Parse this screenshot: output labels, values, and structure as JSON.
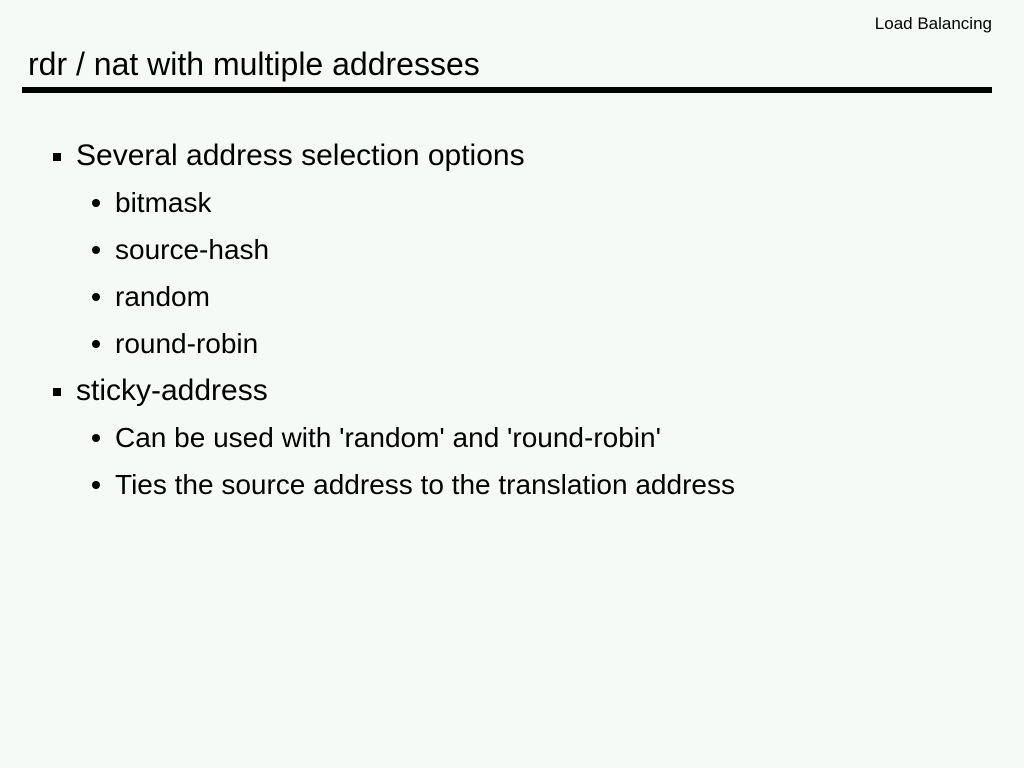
{
  "slide": {
    "header": "Load Balancing",
    "title": "rdr / nat with multiple addresses",
    "colors": {
      "background": "#f5faf7",
      "text": "#000000",
      "rule": "#000000"
    },
    "bullets": {
      "level1_glyph": "square-bullet",
      "level2_glyph": "round-bullet"
    },
    "content": [
      {
        "text": "Several address selection options",
        "children": [
          {
            "text": "bitmask"
          },
          {
            "text": "source-hash"
          },
          {
            "text": "random"
          },
          {
            "text": "round-robin"
          }
        ]
      },
      {
        "text": "sticky-address",
        "children": [
          {
            "text": "Can be used with 'random' and 'round-robin'"
          },
          {
            "text": "Ties the source address to the translation address"
          }
        ]
      }
    ]
  }
}
